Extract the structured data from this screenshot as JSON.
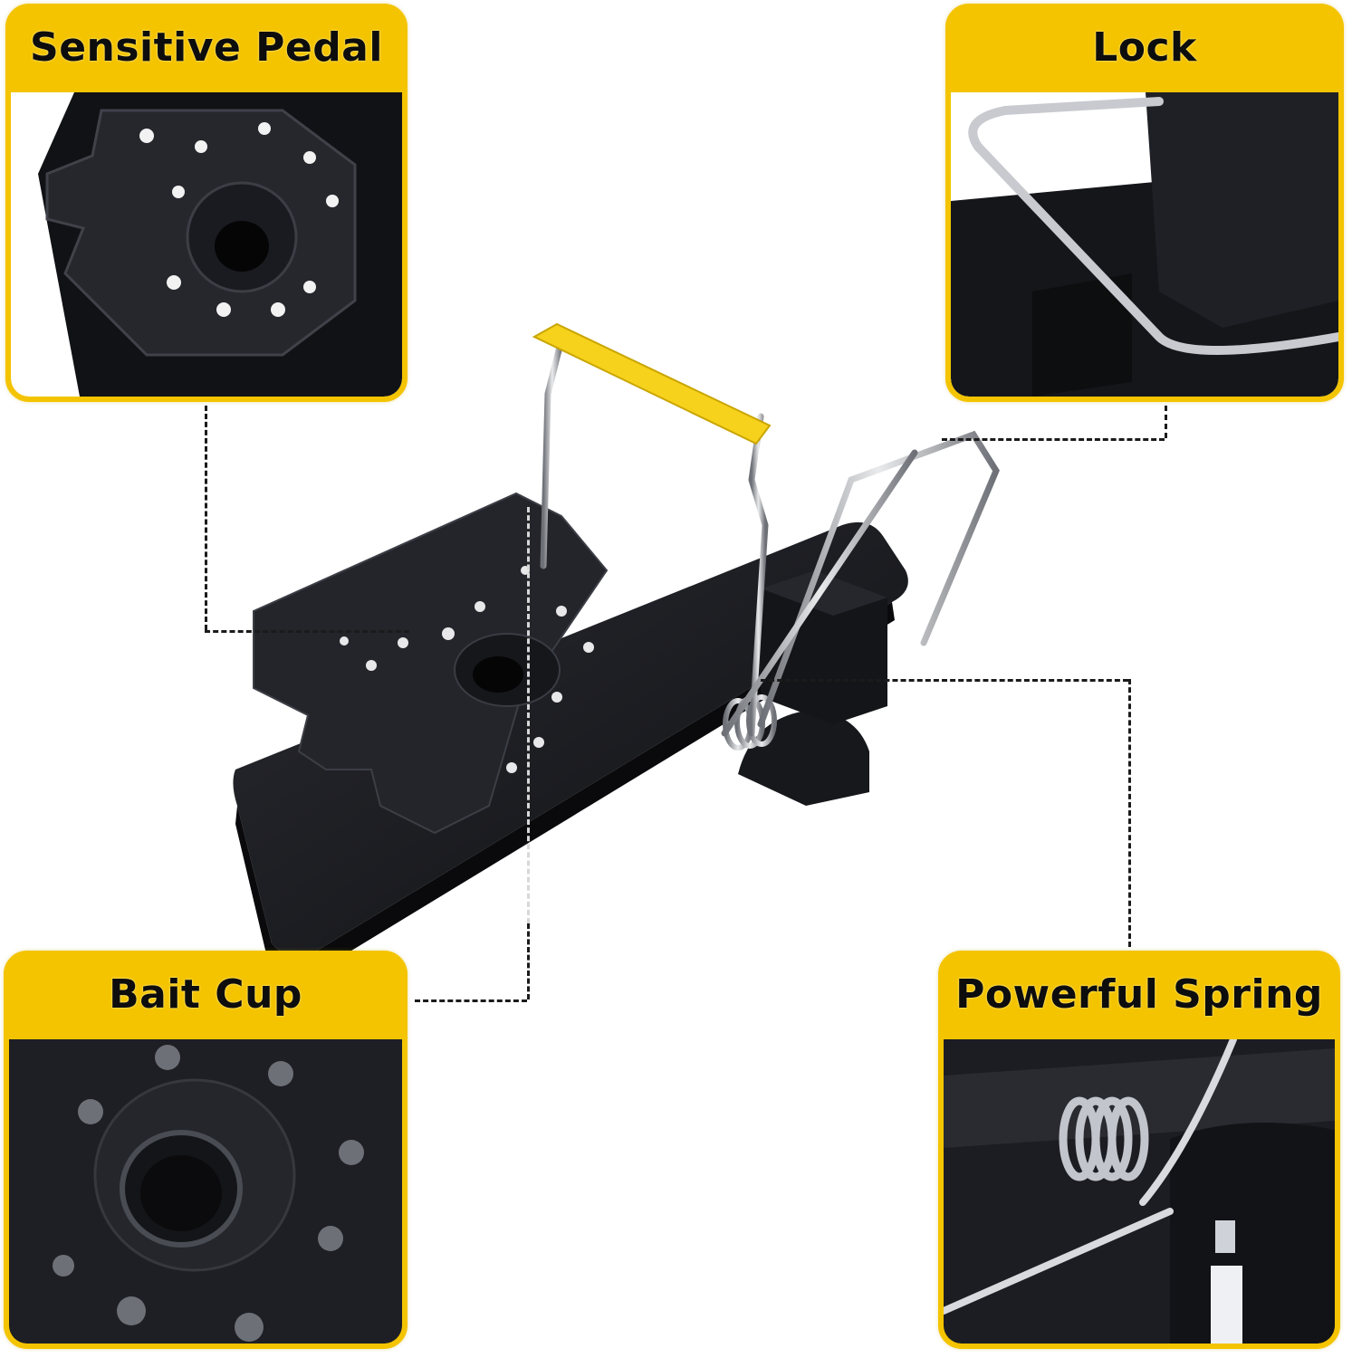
{
  "theme": {
    "accent": "#f4c400",
    "label_text": "#0d0d0d",
    "trap_body": "#1c1d22",
    "steel": "#b9bcc2",
    "handle": "#f6d21c"
  },
  "callouts": [
    {
      "id": "sensitive-pedal",
      "label": "Sensitive Pedal",
      "position": "top-left"
    },
    {
      "id": "lock",
      "label": "Lock",
      "position": "top-right"
    },
    {
      "id": "bait-cup",
      "label": "Bait Cup",
      "position": "bottom-left"
    },
    {
      "id": "powerful-spring",
      "label": "Powerful Spring",
      "position": "bottom-right"
    }
  ],
  "product": {
    "name": "mouse-snap-trap",
    "parts": [
      "base",
      "pedal",
      "bait-cup",
      "spring",
      "bail-bar",
      "lock-bar",
      "yellow-handle"
    ]
  }
}
